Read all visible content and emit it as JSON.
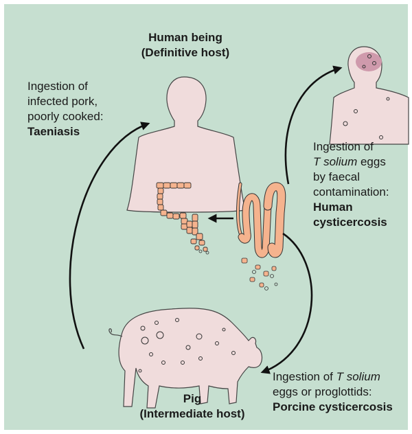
{
  "colors": {
    "background": "#c6dfd0",
    "skin": "#f0dcdc",
    "outline": "#333333",
    "worm": "#f5b38e",
    "lesion": "#cf9aac",
    "arrow": "#111111"
  },
  "human_host": {
    "name": "Human being",
    "role": "(Definitive host)"
  },
  "pig_host": {
    "name": "Pig",
    "role": "(Intermediate host)"
  },
  "taeniasis": {
    "line1": "Ingestion of",
    "line2": "infected pork,",
    "line3": "poorly cooked:",
    "disease": "Taeniasis"
  },
  "human_cysticercosis": {
    "line1": "Ingestion of",
    "species": "T solium",
    "eggs_word": " eggs",
    "line3": "by faecal",
    "line4": "contamination:",
    "disease1": "Human",
    "disease2": "cysticercosis"
  },
  "porcine_cysticercosis": {
    "prefix": "Ingestion of ",
    "species": "T solium",
    "line2": "eggs or proglottids:",
    "disease": "Porcine cysticercosis"
  }
}
